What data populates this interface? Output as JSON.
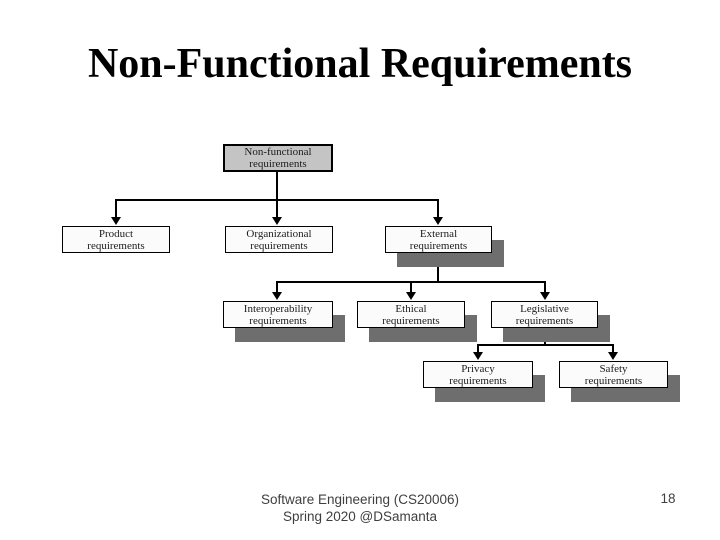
{
  "slide": {
    "title": "Non-Functional Requirements",
    "footer": {
      "line1": "Software Engineering (CS20006)",
      "line2": "Spring 2020 @DSamanta"
    },
    "page_number": "18"
  },
  "diagram": {
    "type": "tree",
    "nodes": {
      "nonfunctional": {
        "label": "Non-functional requirements"
      },
      "product": {
        "label": "Product requirements"
      },
      "organizational": {
        "label": "Organizational requirements"
      },
      "external": {
        "label": "External requirements"
      },
      "interoperability": {
        "label": "Interoperability requirements"
      },
      "ethical": {
        "label": "Ethical requirements"
      },
      "legislative": {
        "label": "Legislative requirements"
      },
      "privacy": {
        "label": "Privacy requirements"
      },
      "safety": {
        "label": "Safety requirements"
      }
    },
    "edges": [
      [
        "nonfunctional",
        "product"
      ],
      [
        "nonfunctional",
        "organizational"
      ],
      [
        "nonfunctional",
        "external"
      ],
      [
        "external",
        "interoperability"
      ],
      [
        "external",
        "ethical"
      ],
      [
        "external",
        "legislative"
      ],
      [
        "legislative",
        "privacy"
      ],
      [
        "legislative",
        "safety"
      ]
    ],
    "colors": {
      "root_fill": "#c4c4c4",
      "node_fill": "#fbfbfb",
      "shadow": "#6e6e6e",
      "line": "#000000",
      "text": "#1c1c1c"
    }
  }
}
